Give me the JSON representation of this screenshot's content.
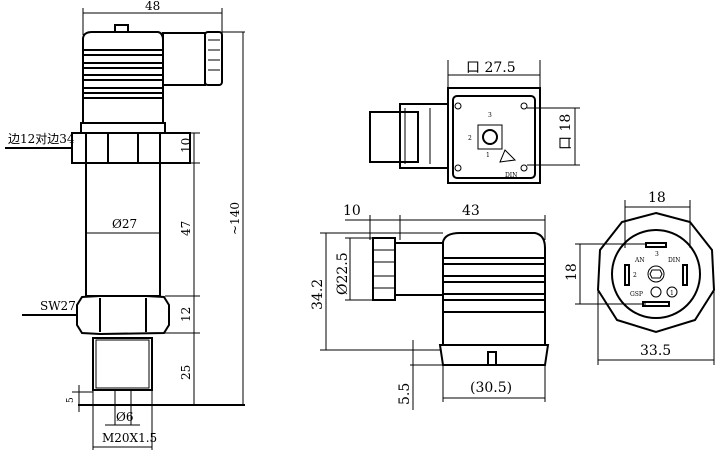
{
  "title": "Pressure transmitter dimension drawing (mm)",
  "side_view": {
    "width_48": "48",
    "hex_across_flats": "边12对边34",
    "hex_height": "10",
    "body_diameter": "Ø27",
    "body_length": "47",
    "total_length": "~140",
    "wrench_size": "SW27",
    "nut_height": "12",
    "thread_length": "25",
    "chamfer": "5",
    "bore": "Ø6",
    "thread": "M20X1.5"
  },
  "connector_top": {
    "width": "口 27.5",
    "pin_spacing": "口 18",
    "pins": [
      "1",
      "2",
      "3"
    ],
    "mark": "DIN"
  },
  "connector_side": {
    "depth": "10",
    "length": "43",
    "cable_dia": "Ø22.5",
    "height": "34.2",
    "foot": "5.5",
    "base": "(30.5)"
  },
  "connector_front": {
    "top": "18",
    "left": "18",
    "overall": "33.5",
    "pins": [
      "1",
      "2",
      "3"
    ],
    "labels": [
      "AN",
      "GSP",
      "DIN"
    ]
  }
}
